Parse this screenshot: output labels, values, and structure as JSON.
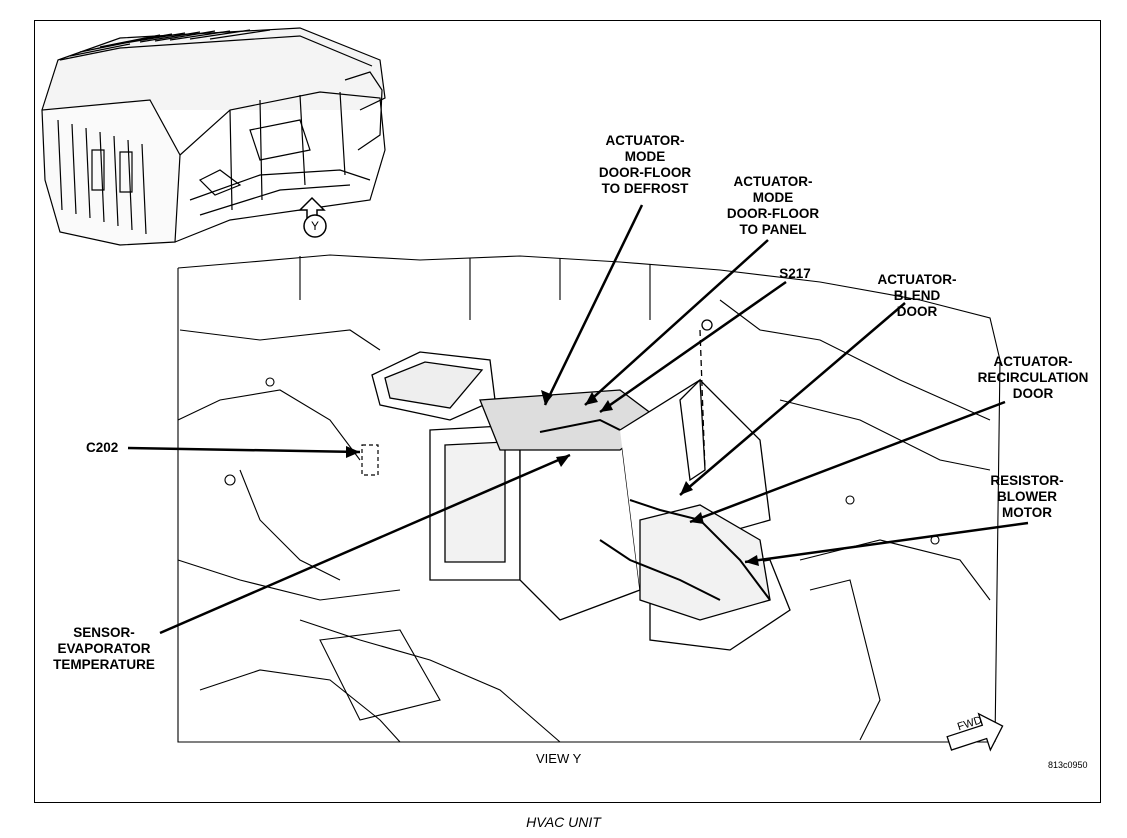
{
  "callouts": {
    "mode_defrost": "ACTUATOR-\nMODE\nDOOR-FLOOR\nTO DEFROST",
    "mode_panel": "ACTUATOR-\nMODE\nDOOR-FLOOR\nTO PANEL",
    "s217": "S217",
    "blend_door": "ACTUATOR-\nBLEND\nDOOR",
    "recirc_door": "ACTUATOR-\nRECIRCULATION\nDOOR",
    "resistor": "RESISTOR-\nBLOWER\nMOTOR",
    "c202": "C202",
    "sensor": "SENSOR-\nEVAPORATOR\nTEMPERATURE"
  },
  "view_marker": "Y",
  "view_label": "VIEW Y",
  "fwd_label": "FWD",
  "figure_id": "813c0950",
  "caption": "HVAC UNIT"
}
